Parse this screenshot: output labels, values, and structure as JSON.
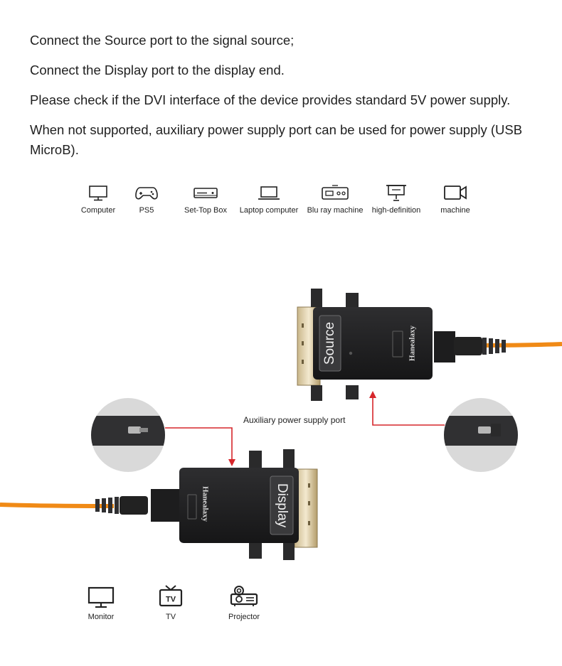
{
  "instructions": [
    "Connect the Source port to the signal source;",
    "Connect the Display port to the display end.",
    "Please check if the DVI interface of the device provides standard 5V power supply.",
    "When not supported, auxiliary power supply port can be used for power supply (USB MicroB)."
  ],
  "source_devices": [
    {
      "label": "Computer",
      "icon": "monitor-icon"
    },
    {
      "label": "PS5",
      "icon": "gamepad-icon"
    },
    {
      "label": "Set-Top Box",
      "icon": "set-top-box-icon"
    },
    {
      "label": "Laptop computer",
      "icon": "laptop-icon"
    },
    {
      "label": "Blu ray machine",
      "icon": "bluray-player-icon"
    },
    {
      "label": "high-definition",
      "icon": "presentation-screen-icon"
    },
    {
      "label": "machine",
      "icon": "video-camera-icon"
    }
  ],
  "diagram": {
    "source_port_label": "Source",
    "display_port_label": "Display",
    "brand": "Hanealaxy",
    "aux_label": "Auxiliary power supply port",
    "cable_color": "#f08a16",
    "arrow_color": "#d6262b"
  },
  "display_devices": [
    {
      "label": "Monitor",
      "icon": "monitor-icon"
    },
    {
      "label": "TV",
      "icon": "tv-icon"
    },
    {
      "label": "Projector",
      "icon": "projector-icon"
    }
  ],
  "tv_icon_text": "TV"
}
